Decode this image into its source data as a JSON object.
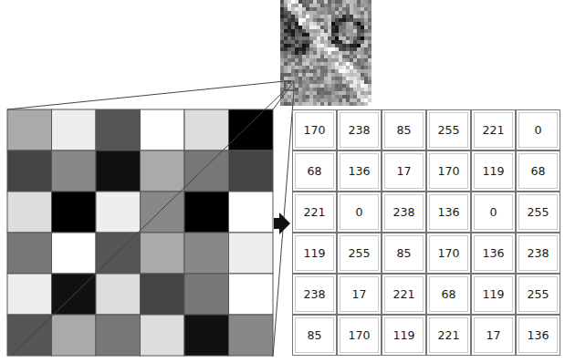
{
  "diagram": {
    "labels": [
      "170",
      "238",
      "85",
      "255",
      "221",
      "0",
      "68",
      "136",
      "17",
      "170",
      "119",
      "68",
      "221",
      "0",
      "238",
      "136",
      "0",
      "255",
      "119",
      "255",
      "85",
      "170",
      "136",
      "238",
      "238",
      "17",
      "221",
      "68",
      "119",
      "255",
      "85",
      "170",
      "119",
      "221",
      "17",
      "136"
    ]
  }
}
